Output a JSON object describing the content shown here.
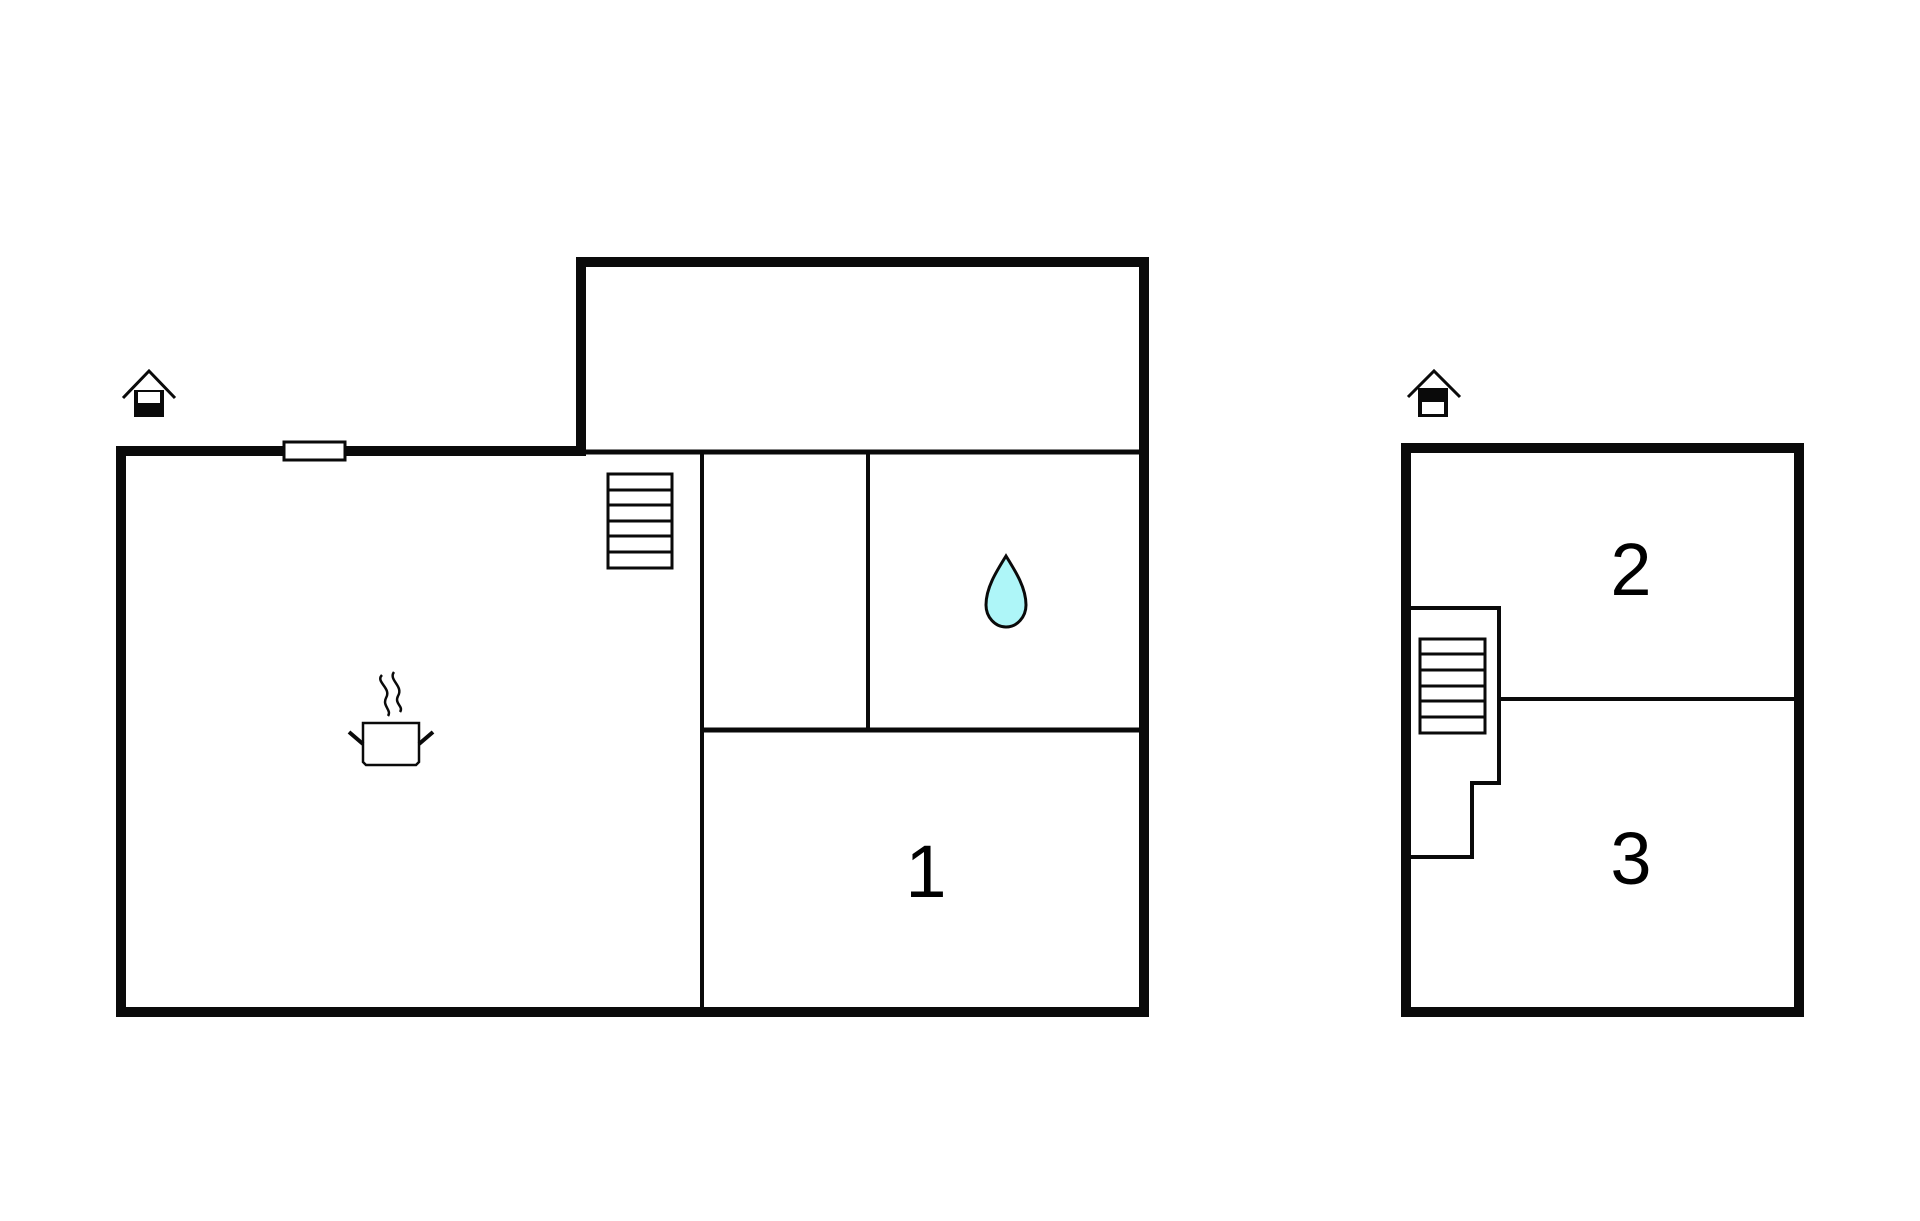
{
  "diagram": {
    "type": "floor-plan",
    "floors": [
      {
        "id": "ground-floor",
        "icon": "house-ground-floor-icon",
        "rooms": [
          {
            "id": "kitchen-living",
            "icon": "cooking-pot-icon"
          },
          {
            "id": "hallway"
          },
          {
            "id": "bathroom",
            "icon": "water-drop-icon"
          },
          {
            "id": "bedroom-1",
            "label": "1"
          },
          {
            "id": "annex"
          }
        ],
        "features": [
          "window",
          "staircase"
        ]
      },
      {
        "id": "upper-floor",
        "icon": "house-upper-floor-icon",
        "rooms": [
          {
            "id": "bedroom-2",
            "label": "2"
          },
          {
            "id": "bedroom-3",
            "label": "3"
          },
          {
            "id": "stairwell"
          }
        ],
        "features": [
          "staircase"
        ]
      }
    ],
    "colors": {
      "wall": "#0a0a0a",
      "water": "#aef6f8",
      "background": "#ffffff"
    }
  },
  "labels": {
    "room1": "1",
    "room2": "2",
    "room3": "3"
  }
}
